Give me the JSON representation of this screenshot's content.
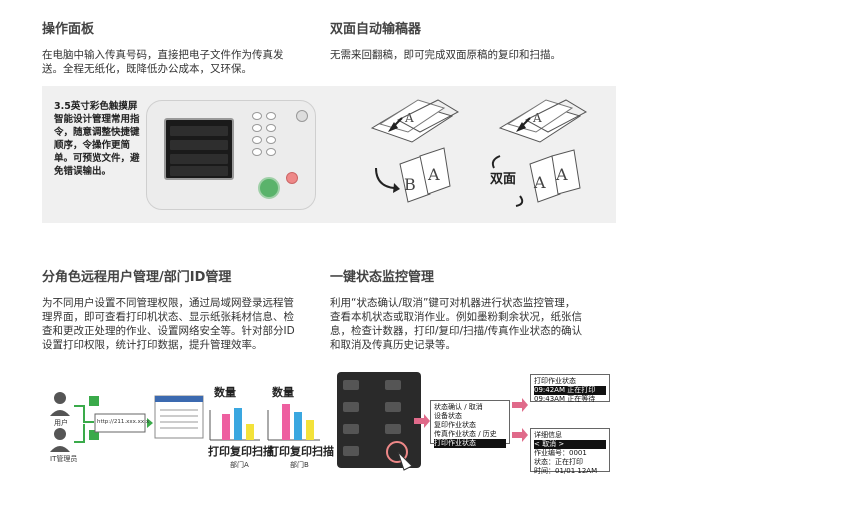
{
  "sections": {
    "control_panel": {
      "title": "操作面板",
      "desc_line1": "在电脑中输入传真号码，直接把电子文件作为传真发",
      "desc_line2": "送。全程无纸化，既降低办公成本，又环保。",
      "note": "3.5英寸彩色触摸屏智能设计管理常用指令，随意调整快捷键顺序，令操作更简单。可预览文件，避免错误输出。"
    },
    "adf": {
      "title": "双面自动输稿器",
      "desc": "无需来回翻稿，即可完成双面原稿的复印和扫描。",
      "duplex_label": "双面"
    },
    "remote_mgmt": {
      "title": "分角色远程用户管理/部门ID管理",
      "desc_line1": "为不同用户设置不同管理权限，通过局域网登录远程管",
      "desc_line2": "理界面，即可查看打印机状态、显示纸张耗材信息、检",
      "desc_line3": "查和更改正处理的作业、设置网络安全等。针对部分ID",
      "desc_line4": "设置打印权限，统计打印数据，提升管理效率。",
      "user_label": "用户",
      "it_label": "IT管理员",
      "url": "http://211.xxx.xx.x",
      "qty_label_a": "数量",
      "qty_label_b": "数量",
      "func_label_a": "打印复印扫描",
      "func_label_b": "打印复印扫描",
      "dept_a": "部门A",
      "dept_b": "部门B"
    },
    "status_monitor": {
      "title": "一键状态监控管理",
      "desc_line1": "利用“状态确认/取消”键可对机器进行状态监控管理，",
      "desc_line2": "查看本机状态或取消作业。例如墨粉剩余状况，纸张信",
      "desc_line3": "息，检查计数器，打印/复印/扫描/传真作业状态的确认",
      "desc_line4": "和取消及传真历史记录等。",
      "menu": {
        "header": "状态确认 / 取消",
        "items": [
          "设备状态",
          "复印作业状态",
          "传真作业状态 / 历史",
          "打印作业状态"
        ]
      },
      "print_status": {
        "header": "打印作业状态",
        "row1": "09:42AM 正在打印",
        "row2": "09:43AM 正在等待"
      },
      "detail": {
        "header": "详细信息",
        "row0": "< 取消 >",
        "row1": "作业编号：0001",
        "row2": "状态：正在打印",
        "row3": "时间：01/01 12AM"
      }
    }
  },
  "colors": {
    "strip": "#f0f0f0",
    "arrow_pink": "#e06a8a",
    "bar_pink": "#ee5fa0",
    "bar_blue": "#3aa7e0",
    "bar_yellow": "#f3e23a",
    "green_badge": "#3aaa4a"
  }
}
